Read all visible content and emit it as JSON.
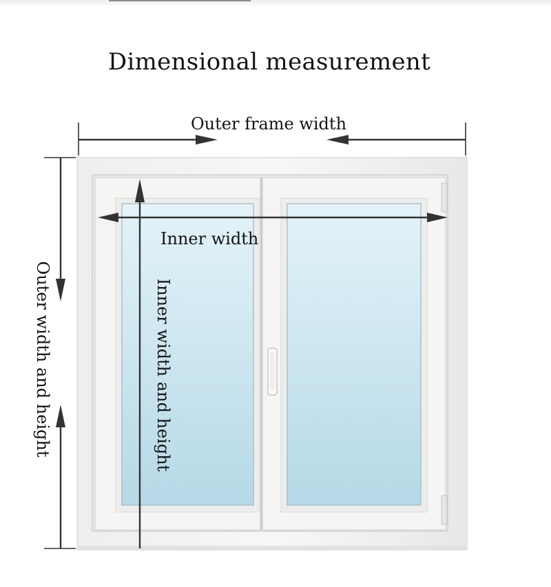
{
  "title": "Dimensional measurement",
  "labels": {
    "outer_frame_width": "Outer frame width",
    "inner_width": "Inner width",
    "outer_width_and_height": "Outer width and height",
    "inner_width_and_height": "Inner width and height"
  },
  "colors": {
    "frame": "#f2f2f0",
    "frame_shadow": "#d8d8d6",
    "glass_top": "#dff1f8",
    "glass_bottom": "#b9dce9",
    "arrow": "#333333"
  }
}
